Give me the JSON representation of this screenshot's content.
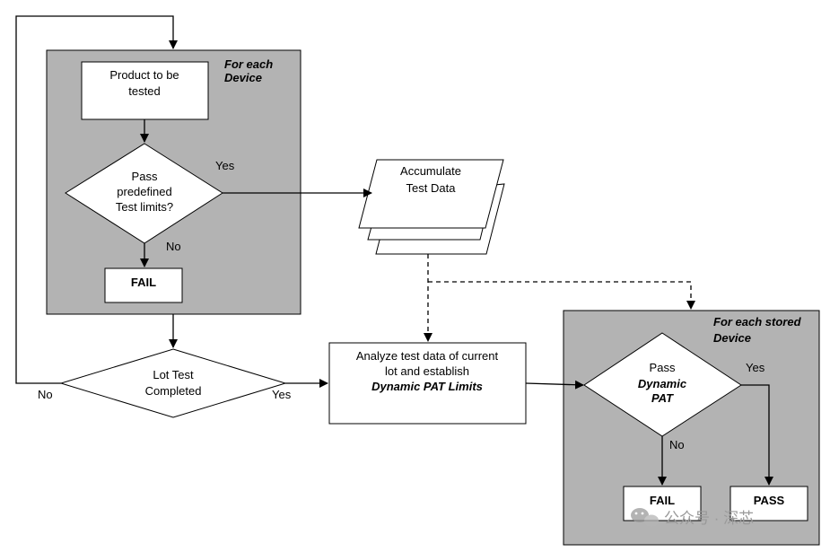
{
  "device_group": {
    "label_line1": "For each",
    "label_line2": "Device",
    "product_line1": "Product to be",
    "product_line2": "tested",
    "decision_line1": "Pass",
    "decision_line2": "predefined",
    "decision_line3": "Test limits?",
    "yes": "Yes",
    "no": "No",
    "fail": "FAIL"
  },
  "accumulate": {
    "line1": "Accumulate",
    "line2": "Test Data"
  },
  "lot_test": {
    "line1": "Lot Test",
    "line2": "Completed",
    "yes": "Yes",
    "no": "No"
  },
  "analyze": {
    "line1": "Analyze test data of current",
    "line2": "lot and establish",
    "line3": "Dynamic PAT Limits"
  },
  "stored_group": {
    "label_line1": "For each stored",
    "label_line2": "Device",
    "decision_line1": "Pass",
    "decision_line2": "Dynamic",
    "decision_line3": "PAT",
    "yes": "Yes",
    "no": "No",
    "fail": "FAIL",
    "pass": "PASS"
  },
  "watermark": "公众号 · 深芯"
}
